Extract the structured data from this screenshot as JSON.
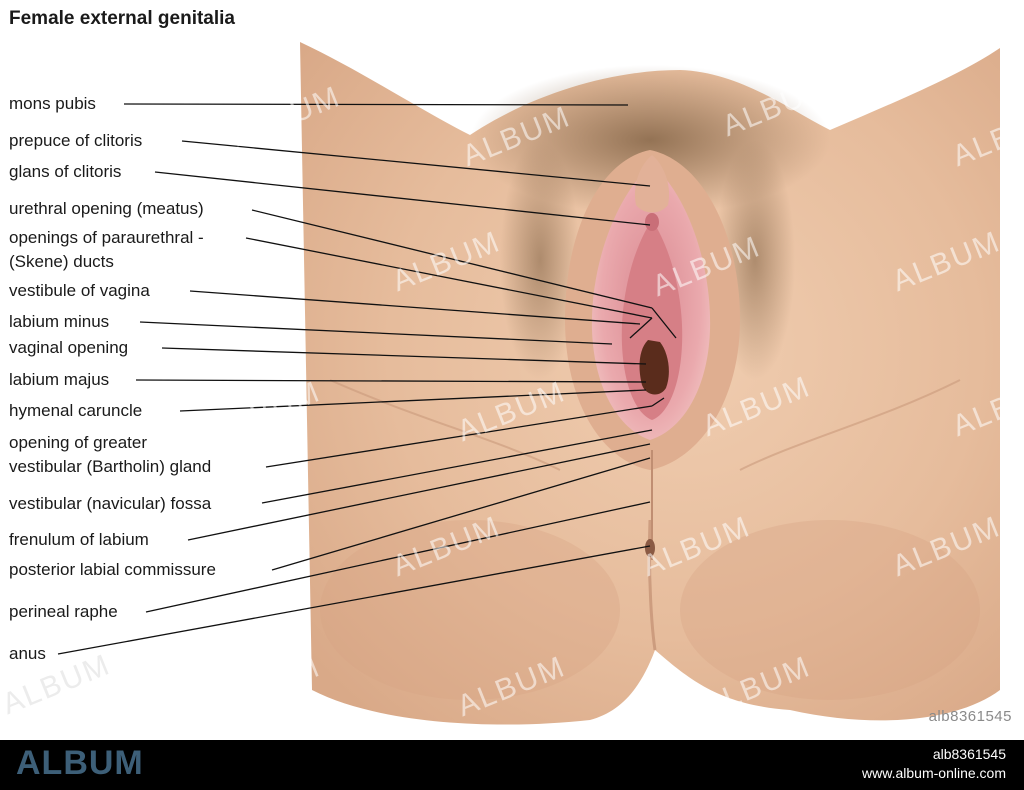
{
  "title": "Female external genitalia",
  "labels": [
    "mons pubis",
    "prepuce of clitoris",
    "glans of clitoris",
    "urethral opening (meatus)",
    "openings of paraurethral -",
    "(Skene) ducts",
    "vestibule of vagina",
    "labium minus",
    "vaginal opening",
    "labium majus",
    "hymenal caruncle",
    "opening of greater",
    "vestibular (Bartholin) gland",
    "vestibular (navicular) fossa",
    "frenulum of labium",
    "posterior labial commissure",
    "perineal raphe",
    "anus"
  ],
  "watermark": "ALBUM",
  "image_code": "alb8361545",
  "footer": {
    "brand": "ALBUM",
    "id": "alb8361545",
    "url": "www.album-online.com"
  },
  "colors": {
    "skin": "#e8c2a3",
    "mucosa": "#e8a3a8",
    "hair": "#7a5a3e",
    "footer_bg": "#000000",
    "brand": "#3d5f78"
  }
}
